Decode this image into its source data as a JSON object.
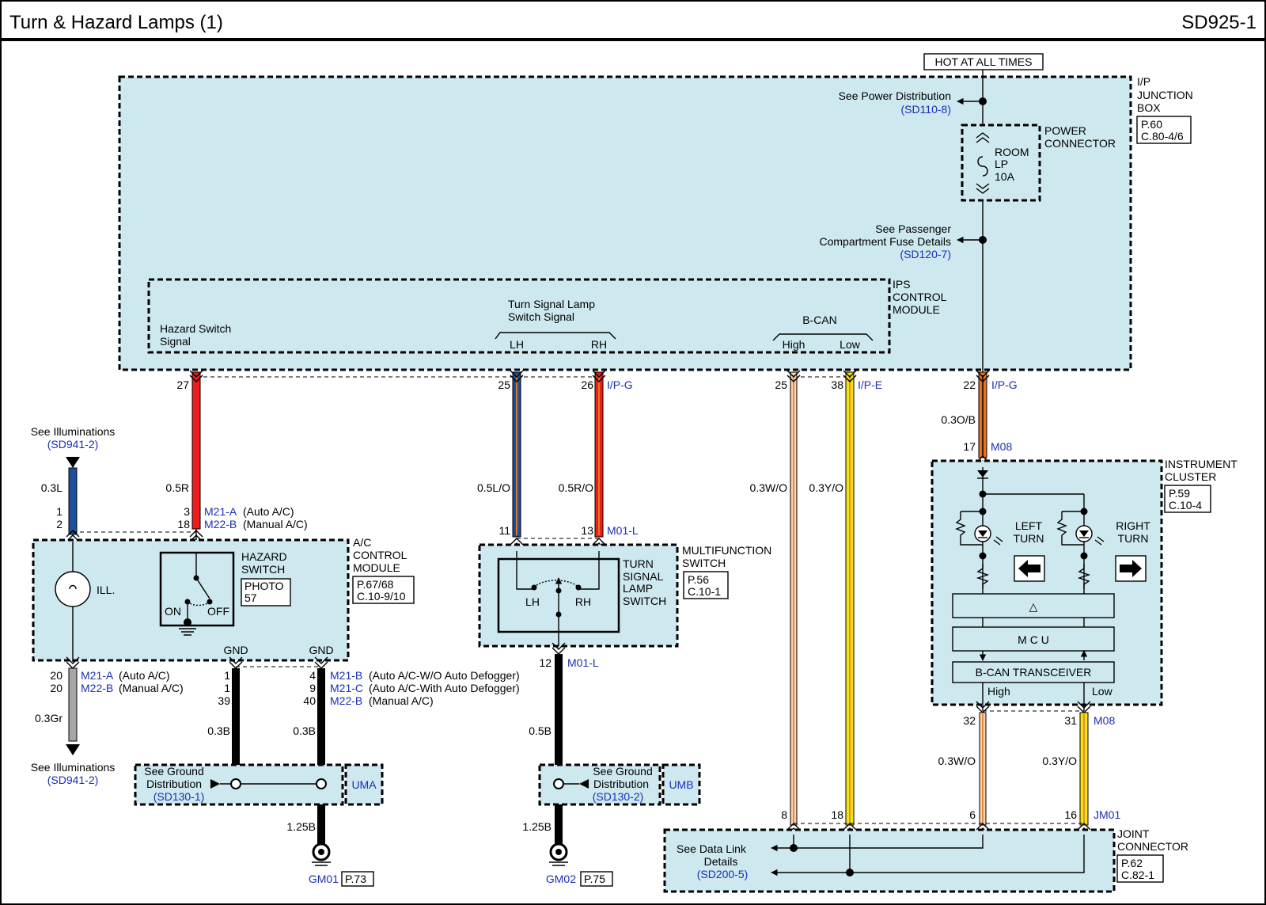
{
  "header": {
    "title": "Turn & Hazard Lamps (1)",
    "code": "SD925-1"
  },
  "hot_label": "HOT AT ALL TIMES",
  "junction_box": {
    "name_l1": "I/P",
    "name_l2": "JUNCTION",
    "name_l3": "BOX",
    "ref_l1": "P.60",
    "ref_l2": "C.80-4/6",
    "see_power_l1": "See Power Distribution",
    "see_power_l2": "(SD110-8)",
    "see_fuse_l1": "See Passenger",
    "see_fuse_l2": "Compartment Fuse Details",
    "see_fuse_l3": "(SD120-7)"
  },
  "power_connector": {
    "name_l1": "POWER",
    "name_l2": "CONNECTOR",
    "fuse_l1": "ROOM",
    "fuse_l2": "LP",
    "fuse_l3": "10A"
  },
  "ips": {
    "name_l1": "IPS",
    "name_l2": "CONTROL",
    "name_l3": "MODULE",
    "hazard_l1": "Hazard Switch",
    "hazard_l2": "Signal",
    "turn_l1": "Turn Signal Lamp",
    "turn_l2": "Switch Signal",
    "lh": "LH",
    "rh": "RH",
    "bcan": "B-CAN",
    "high": "High",
    "low": "Low"
  },
  "pins_top": {
    "p27": "27",
    "p25a": "25",
    "p26": "26",
    "conn_ipg_1": "I/P-G",
    "p25b": "25",
    "p38": "38",
    "conn_ipe": "I/P-E",
    "p22": "22",
    "conn_ipg_2": "I/P-G"
  },
  "wires": {
    "w_05r": "0.5R",
    "w_03l": "0.3L",
    "w_05lo": "0.5L/O",
    "w_05ro": "0.5R/O",
    "w_03wo_a": "0.3W/O",
    "w_03yo_a": "0.3Y/O",
    "w_03ob": "0.3O/B",
    "w_03gr": "0.3Gr",
    "w_03b_1": "0.3B",
    "w_03b_2": "0.3B",
    "w_125b_1": "1.25B",
    "w_05b": "0.5B",
    "w_125b_2": "1.25B",
    "w_03wo_b": "0.3W/O",
    "w_03yo_b": "0.3Y/O"
  },
  "illum": {
    "see_top_l1": "See Illuminations",
    "see_top_l2": "(SD941-2)",
    "see_bot_l1": "See Illuminations",
    "see_bot_l2": "(SD941-2)",
    "pin1": "1",
    "pin2": "2",
    "pin20a": "20",
    "pin20b": "20",
    "ill": "ILL."
  },
  "ac_module": {
    "name_l1": "A/C",
    "name_l2": "CONTROL",
    "name_l3": "MODULE",
    "ref_l1": "P.67/68",
    "ref_l2": "C.10-9/10",
    "pin3": "3",
    "pin18": "18",
    "conn_m21a": "M21-A",
    "txt_auto": "(Auto A/C)",
    "conn_m22b": "M22-B",
    "txt_manual": "(Manual A/C)",
    "conn_m21a_b": "M21-A",
    "txt_auto_b": "(Auto A/C)",
    "conn_m22b_b": "M22-B",
    "txt_manual_b": "(Manual A/C)",
    "gnd1": "GND",
    "gnd2": "GND",
    "pin1": "1",
    "pin1b": "1",
    "pin39": "39",
    "pin4": "4",
    "pin9": "9",
    "pin40": "40",
    "conn_m21b": "M21-B",
    "txt_wo": "(Auto A/C-W/O Auto Defogger)",
    "conn_m21c": "M21-C",
    "txt_with": "(Auto A/C-With Auto Defogger)",
    "conn_m22b_c": "M22-B",
    "txt_manual_c": "(Manual A/C)"
  },
  "hazard_switch": {
    "name_l1": "HAZARD",
    "name_l2": "SWITCH",
    "photo_l1": "PHOTO",
    "photo_l2": "57",
    "on": "ON",
    "off": "OFF"
  },
  "multifunction": {
    "name_l1": "MULTIFUNCTION",
    "name_l2": "SWITCH",
    "ref_l1": "P.56",
    "ref_l2": "C.10-1",
    "pin11": "11",
    "pin13": "13",
    "conn_m01l": "M01-L",
    "pin12": "12",
    "conn_m01l_b": "M01-L",
    "sw_l1": "TURN",
    "sw_l2": "SIGNAL",
    "sw_l3": "LAMP",
    "sw_l4": "SWITCH",
    "lh": "LH",
    "rh": "RH"
  },
  "ground": {
    "uma_see_l1": "See Ground",
    "uma_see_l2": "Distribution",
    "uma_see_l3": "(SD130-1)",
    "uma": "UMA",
    "umb_see_l1": "See Ground",
    "umb_see_l2": "Distribution",
    "umb_see_l3": "(SD130-2)",
    "umb": "UMB",
    "gm01": "GM01",
    "gm01_ref": "P.73",
    "gm02": "GM02",
    "gm02_ref": "P.75"
  },
  "cluster": {
    "name_l1": "INSTRUMENT",
    "name_l2": "CLUSTER",
    "ref_l1": "P.59",
    "ref_l2": "C.10-4",
    "pin17": "17",
    "conn_m08": "M08",
    "left_l1": "LEFT",
    "left_l2": "TURN",
    "right_l1": "RIGHT",
    "right_l2": "TURN",
    "tri": "△",
    "mcu": "M C U",
    "bcan": "B-CAN TRANSCEIVER",
    "high": "High",
    "low": "Low",
    "pin32": "32",
    "pin31": "31",
    "conn_m08_b": "M08"
  },
  "joint": {
    "name_l1": "JOINT",
    "name_l2": "CONNECTOR",
    "ref_l1": "P.62",
    "ref_l2": "C.82-1",
    "pin8": "8",
    "pin18": "18",
    "pin6": "6",
    "pin16": "16",
    "conn_jm01": "JM01",
    "see_l1": "See Data Link",
    "see_l2": "Details",
    "see_l3": "(SD200-5)"
  },
  "colors": {
    "box_fill": "#cde8ef",
    "red": "#ee1c1c",
    "blue": "#1e4f9c",
    "orange": "#e8731c",
    "yellow": "#f2e21a",
    "gray": "#a6a6a6",
    "white_orange": "#f7d2ae",
    "link_blue": "#1a2fb5"
  }
}
